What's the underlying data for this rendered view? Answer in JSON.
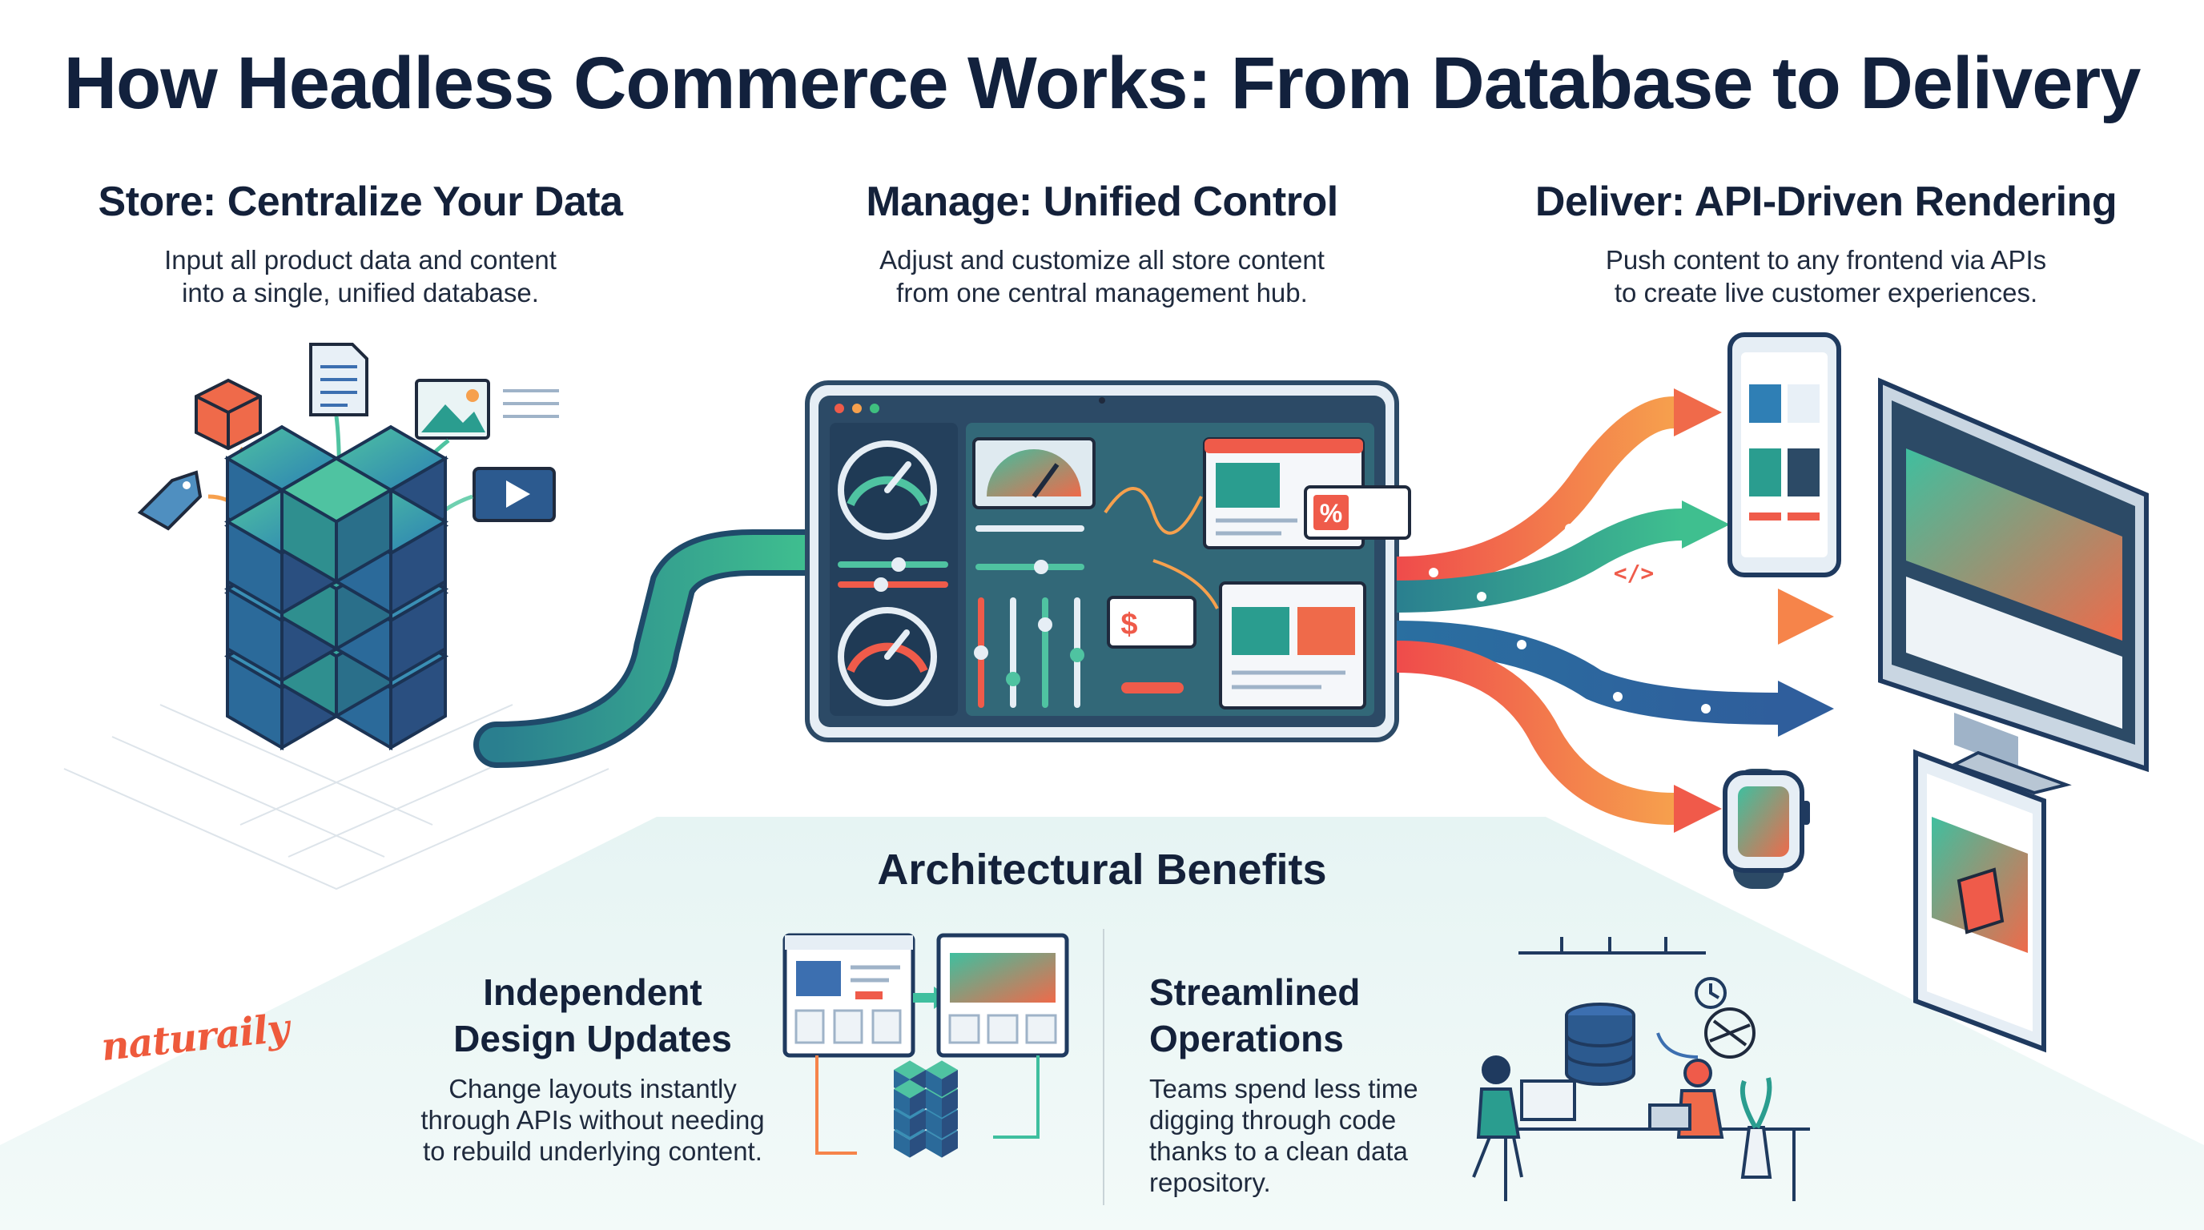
{
  "title": "How Headless Commerce Works: From Database to Delivery",
  "columns": {
    "store": {
      "heading": "Store: Centralize Your Data",
      "line1": "Input all product data and content",
      "line2": "into a single, unified database."
    },
    "manage": {
      "heading": "Manage: Unified Control",
      "line1": "Adjust and customize all store content",
      "line2": "from one central management hub."
    },
    "deliver": {
      "heading": "Deliver: API-Driven Rendering",
      "line1": "Push content to any frontend via APIs",
      "line2": "to create live customer experiences."
    }
  },
  "benefits": {
    "heading": "Architectural Benefits",
    "design": {
      "title_line1": "Independent",
      "title_line2": "Design Updates",
      "line1": "Change layouts instantly",
      "line2": "through APIs without needing",
      "line3": "to rebuild underlying content."
    },
    "operations": {
      "title_line1": "Streamlined",
      "title_line2": "Operations",
      "line1": "Teams spend less time",
      "line2": "digging through code",
      "line3": "thanks to a clean data",
      "line4": "repository."
    }
  },
  "dashboard_labels": {
    "percent": "%",
    "currency": "$"
  },
  "code_tag": "</>",
  "logo": "naturaily",
  "colors": {
    "navy": "#1f3a5f",
    "teal": "#2a9d8f",
    "green": "#3fbf7f",
    "coral": "#ef5b4a",
    "orange": "#f6a04d",
    "blue": "#3c6fb0",
    "panel": "#2c4a66"
  }
}
